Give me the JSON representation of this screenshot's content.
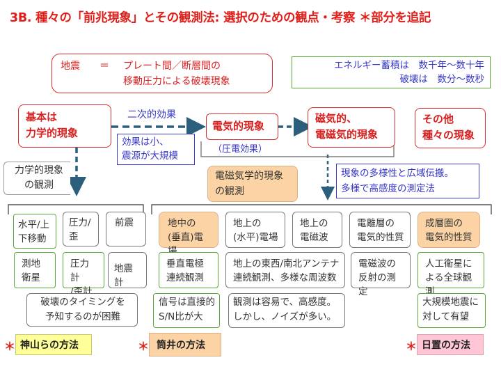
{
  "title": "3B. 種々の「前兆現象」とその観測法: 選択のための観点・考察 ＊部分を追記",
  "quake_box": {
    "lhs": "地震",
    "eq": "＝",
    "line1": "プレート間／断層間の",
    "line2": "移動圧力による破壊現象"
  },
  "energy_box": {
    "line1": "エネルギー蓄積は　数千年～数十年",
    "line2": "破壊は　数分～数秒"
  },
  "categories": {
    "mechanical": "基本は\n力学的現象",
    "electric": "電気的現象",
    "magnetic": "磁気的、\n電磁気的現象",
    "other": "その他\n種々の現象"
  },
  "secondary_effect": "二次的効果",
  "effect_note": "効果は小、\n震源が大規模",
  "piezo": "（圧電効果）",
  "mech_obs": "力学的現象\nの観測",
  "em_obs": "電磁気学的現象\nの観測",
  "diversity_note": "現象の多様性と広域伝搬。\n多様で高感度の測定法",
  "mech_items": {
    "horizontal": "水平/上\n下移動",
    "pressure": "圧力/\n歪",
    "foreshock": "前震",
    "geodetic": "測地\n衛星",
    "pressure_meter": "圧力計\n/歪計",
    "seismometer": "地震計"
  },
  "em_items": {
    "underground": "地中の\n(垂直)電場",
    "surface_field": "地上の\n(水平)電場",
    "surface_emwave": "地上の\n電磁波",
    "ionosphere": "電離層の\n電気的性質",
    "stratosphere": "成層圏の\n電気的性質",
    "vertical_electrode": "垂直電極\n連続観測",
    "antenna": "地上の東西/南北アンテナ\n連続観測、多様な周波数",
    "reflection": "電磁波の\n反射の測定",
    "satellite": "人工衛星に\nよる全球観測"
  },
  "notes": {
    "timing": "破壊のタイミングを\n予知するのが困難",
    "signal": "信号は直接的\nS/N比が大",
    "easy": "観測は容易で、高感度。\nしかし、ノイズが多い。",
    "promising": "大規模地震に\n対して有望"
  },
  "methods": {
    "star": "＊",
    "kamiyama": "神山らの方法",
    "tsutsui": "筒井の方法",
    "hioki": "日置の方法"
  },
  "colors": {
    "red": "#d82020",
    "blue": "#3535c8",
    "green": "#58a636",
    "peach": "#fbd3a4",
    "yellow": "#ffff99",
    "pink": "#ffc6d6",
    "teal": "#2c5f7c"
  }
}
